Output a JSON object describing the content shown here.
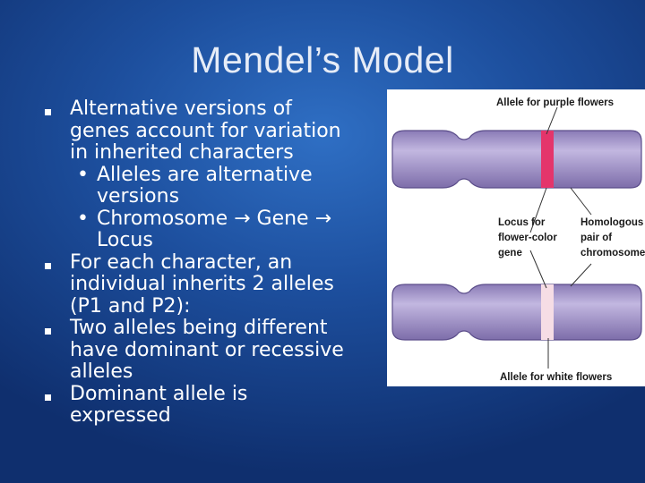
{
  "slide": {
    "title": "Mendel’s Model",
    "bullets": [
      {
        "lines": [
          "Alternative versions of",
          "genes account for variation",
          "in inherited characters"
        ],
        "sub": [
          {
            "lines": [
              "Alleles are alternative",
              "versions"
            ]
          },
          {
            "lines": [
              "Chromosome → Gene →",
              "Locus"
            ]
          }
        ]
      },
      {
        "lines": [
          "For each character, an",
          "individual inherits 2 alleles",
          "(P1 and P2):"
        ]
      },
      {
        "lines": [
          "Two alleles being different",
          "have dominant or recessive",
          "alleles"
        ]
      },
      {
        "lines": [
          "Dominant allele is",
          "expressed"
        ]
      }
    ]
  },
  "figure": {
    "label_purple": "Allele for purple flowers",
    "label_locus": [
      "Locus for",
      "flower-color",
      "gene"
    ],
    "label_homologous": [
      "Homologous",
      "pair of",
      "chromosomes"
    ],
    "label_white": "Allele for white flowers",
    "colors": {
      "chromosome": "#9d8fc4",
      "band_purple": "#e4356b",
      "band_white": "#f6dde5"
    }
  }
}
